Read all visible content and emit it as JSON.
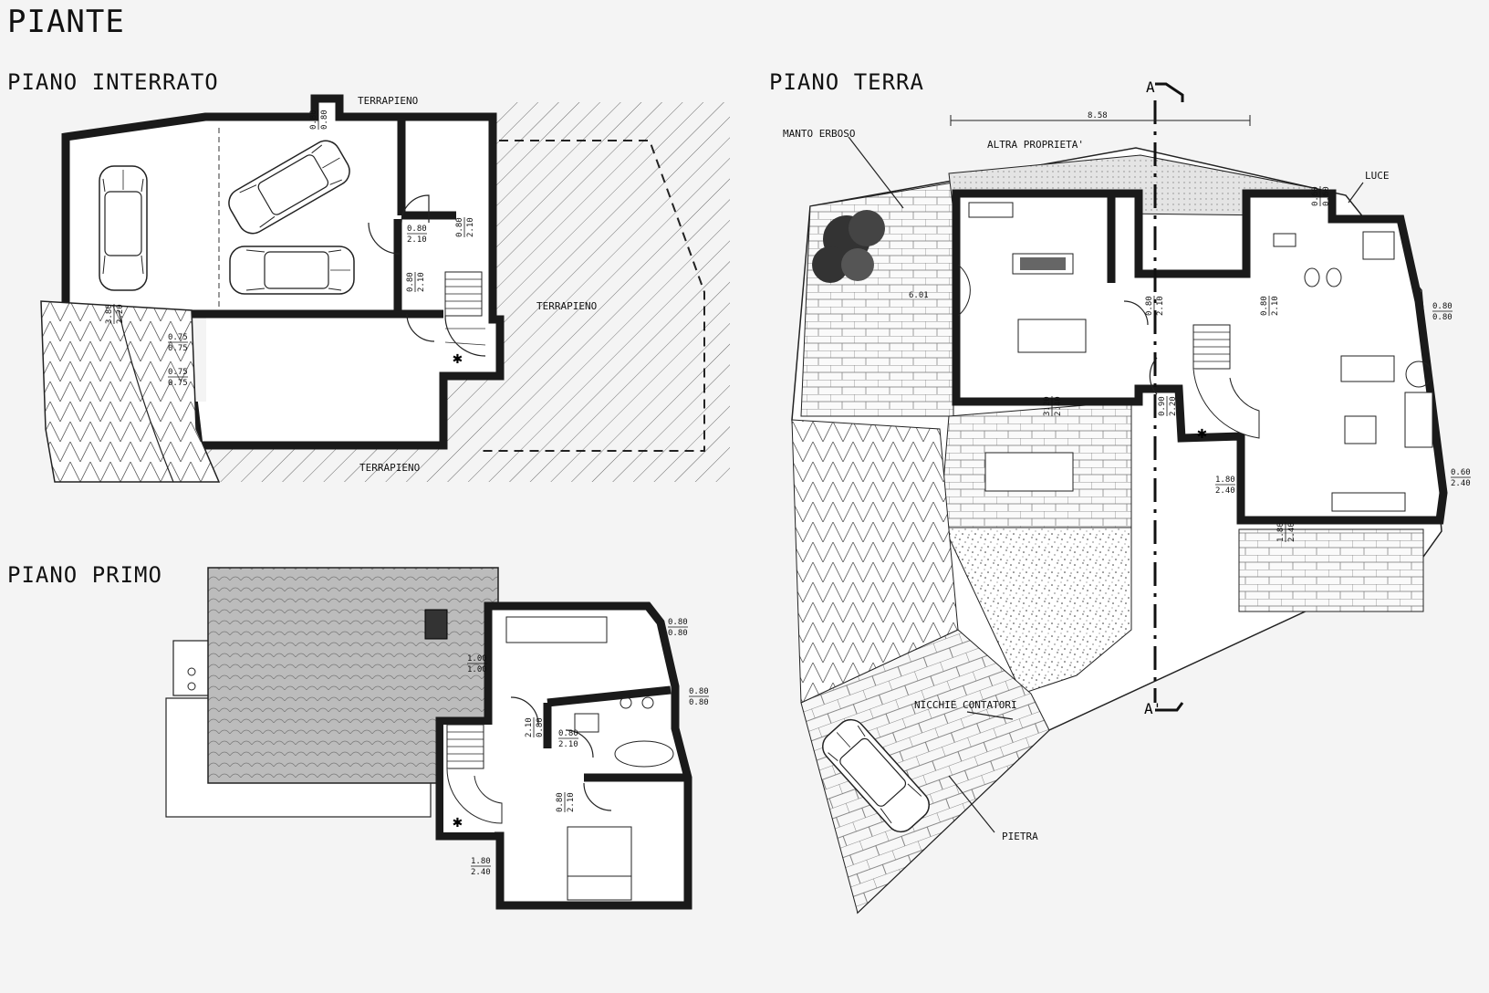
{
  "titles": {
    "main": "PIANTE",
    "interrato": "PIANO INTERRATO",
    "primo": "PIANO PRIMO",
    "terra": "PIANO TERRA"
  },
  "interrato": {
    "terrapieno_top": "TERRAPIENO",
    "terrapieno_right": "TERRAPIENO",
    "terrapieno_bottom": "TERRAPIENO",
    "dims": {
      "d_top": [
        "0.80",
        "0.80"
      ],
      "d_door1": [
        "0.80",
        "2.10"
      ],
      "d_door2": [
        "0.80",
        "2.10"
      ],
      "d_door3": [
        "0.80",
        "2.10"
      ],
      "d_ramp": [
        "3.80",
        "2.20"
      ],
      "d_win1": [
        "0.75",
        "0.75"
      ],
      "d_win2": [
        "0.75",
        "0.75"
      ]
    }
  },
  "primo": {
    "dims": {
      "d_roof": [
        "1.00",
        "1.00"
      ],
      "d_w1": [
        "0.80",
        "0.80"
      ],
      "d_w2": [
        "0.80",
        "0.80"
      ],
      "d_door_a": [
        "2.10",
        "0.80"
      ],
      "d_door_b": [
        "0.80",
        "2.10"
      ],
      "d_door_c": [
        "0.80",
        "2.10"
      ],
      "d_bed": [
        "1.80",
        "2.40"
      ]
    }
  },
  "terra": {
    "manto_erboso": "MANTO ERBOSO",
    "altra_proprieta": "ALTRA PROPRIETA'",
    "luce": "LUCE",
    "nicchie": "NICCHIE CONTATORI",
    "pietra": "PIETRA",
    "section_a": "A",
    "section_a2": "A'",
    "dims": {
      "d_858": "8.58",
      "d_601": "6.01",
      "d_luce": [
        "0.60",
        "0.60"
      ],
      "d_k_door": [
        "0.80",
        "2.10"
      ],
      "d_bath_door": [
        "0.80",
        "2.10"
      ],
      "d_liv_win": [
        "0.80",
        "0.80"
      ],
      "d_k_win": [
        "3.20",
        "2.40"
      ],
      "d_hall_door": [
        "0.90",
        "2.20"
      ],
      "d_liv_door": [
        "1.80",
        "2.40"
      ],
      "d_side_win": [
        "0.60",
        "2.40"
      ],
      "d_porch": [
        "1.80",
        "2.40"
      ]
    }
  }
}
